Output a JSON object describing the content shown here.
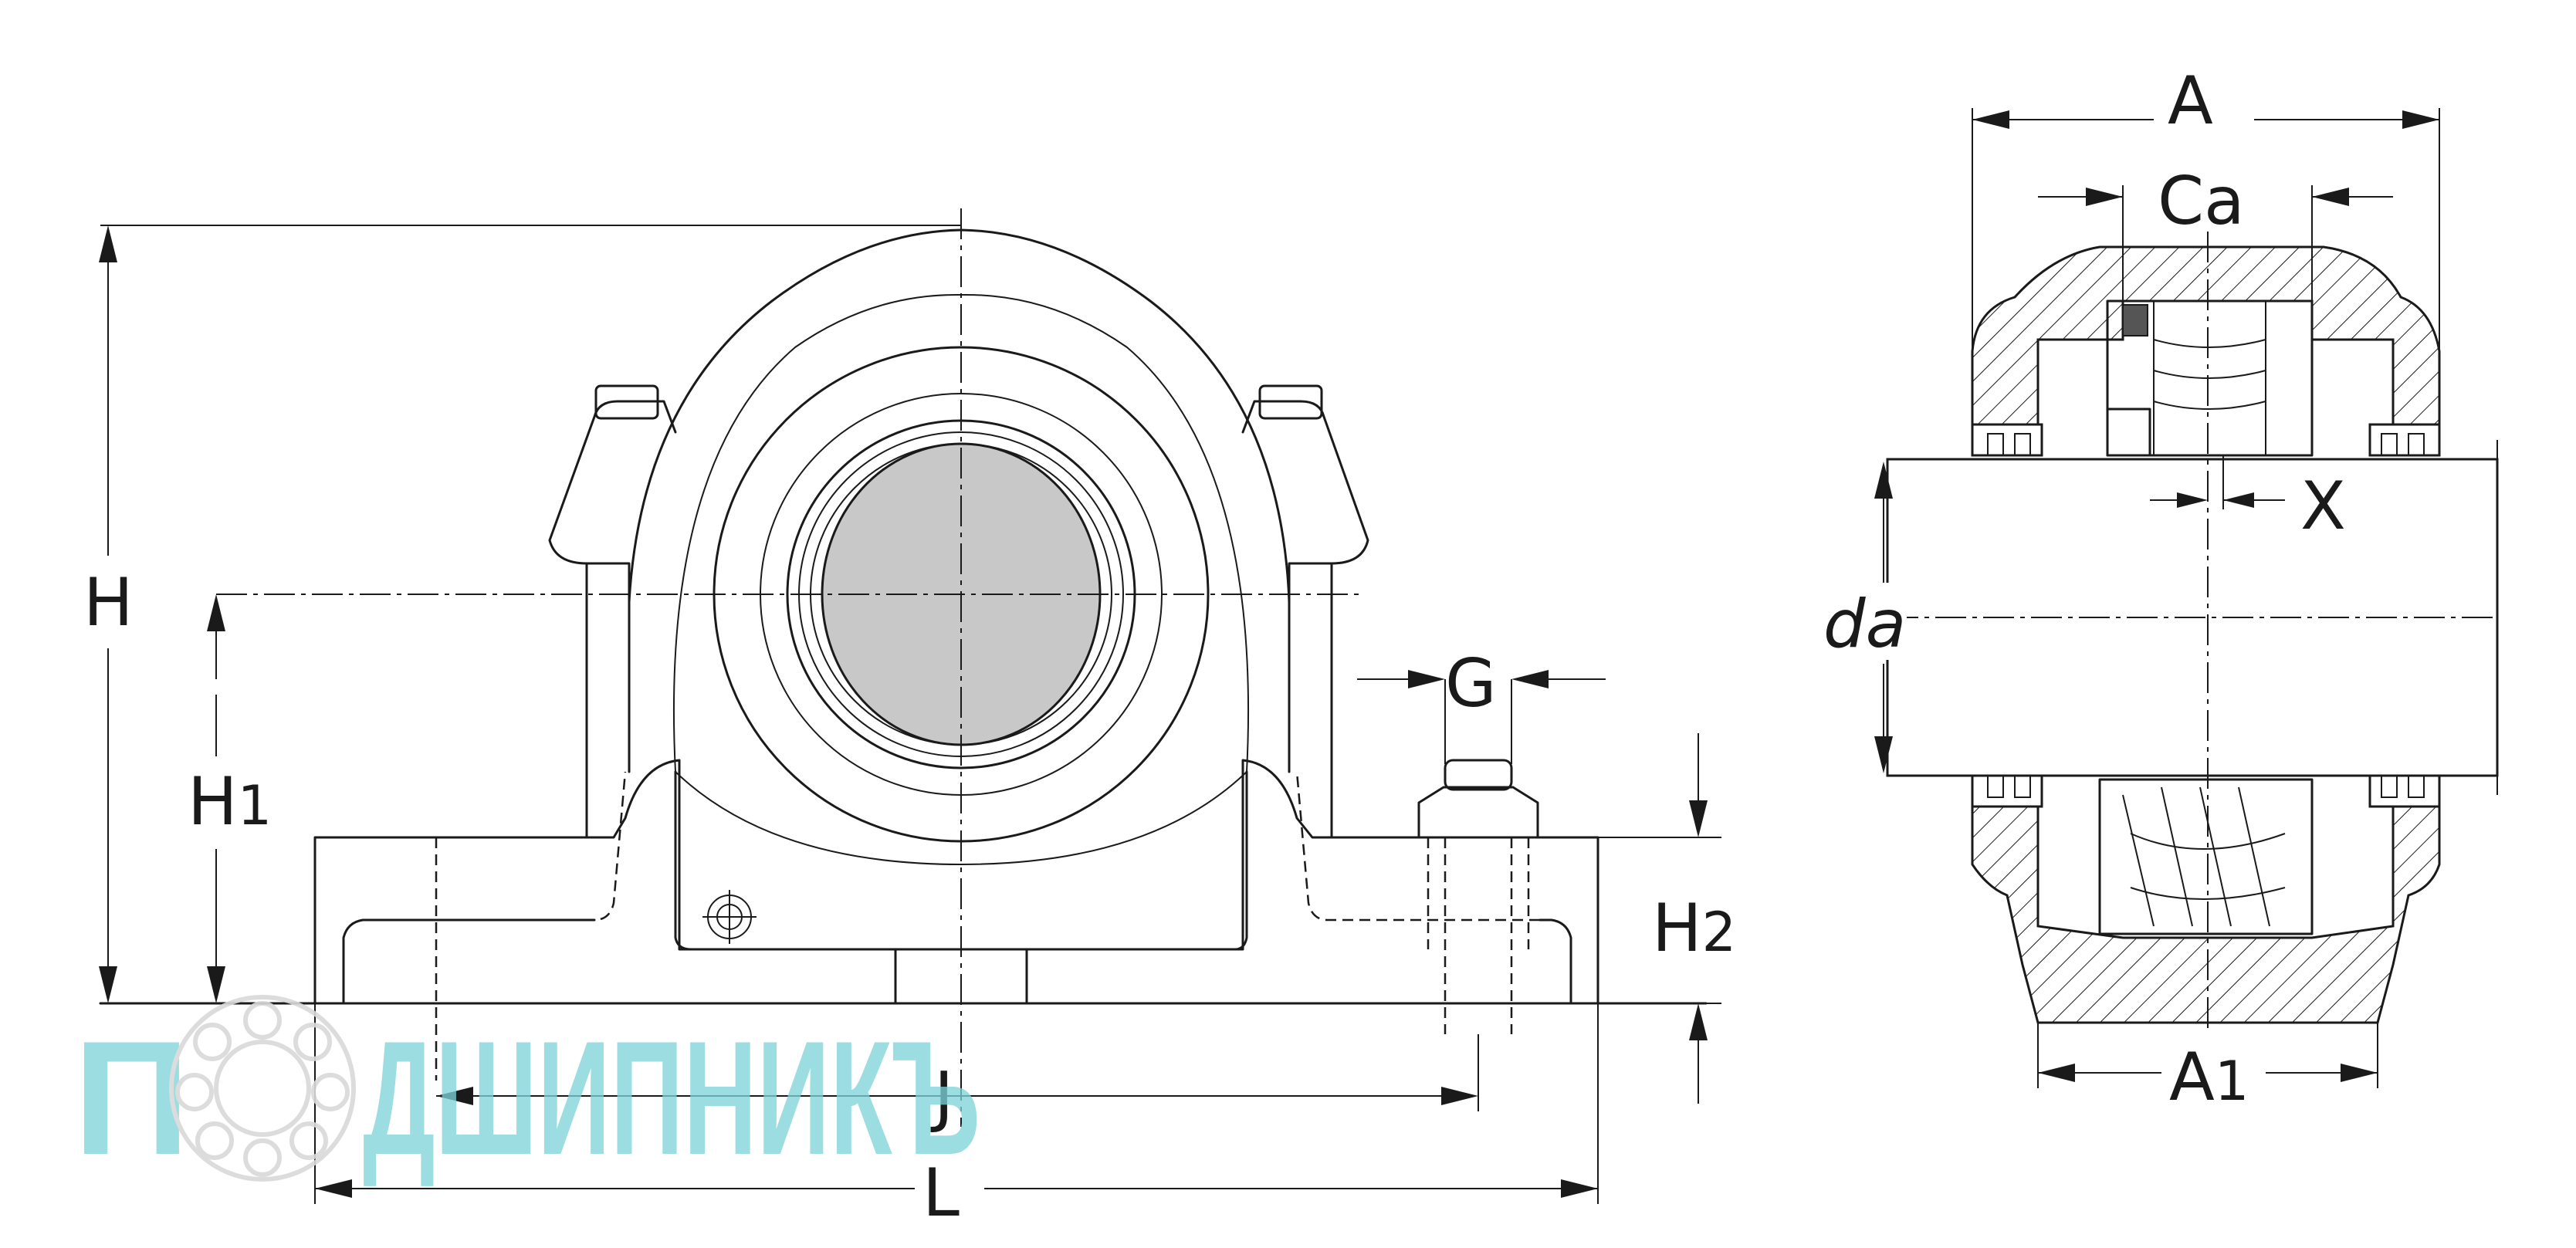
{
  "dimensions": {
    "H": "H",
    "H1_main": "H",
    "H1_sub": "1",
    "H2_main": "H",
    "H2_sub": "2",
    "G": "G",
    "J": "J",
    "L": "L",
    "A": "A",
    "Ca": "Ca",
    "X": "X",
    "da": "da",
    "A1_main": "A",
    "A1_sub": "1"
  },
  "watermark": {
    "text_p": "П",
    "text_rest": "ДШИПНИКЪ"
  },
  "colors": {
    "line": "#1a1a1a",
    "shaft": "#c8c8c8",
    "watermark": "#7dd3d9"
  }
}
